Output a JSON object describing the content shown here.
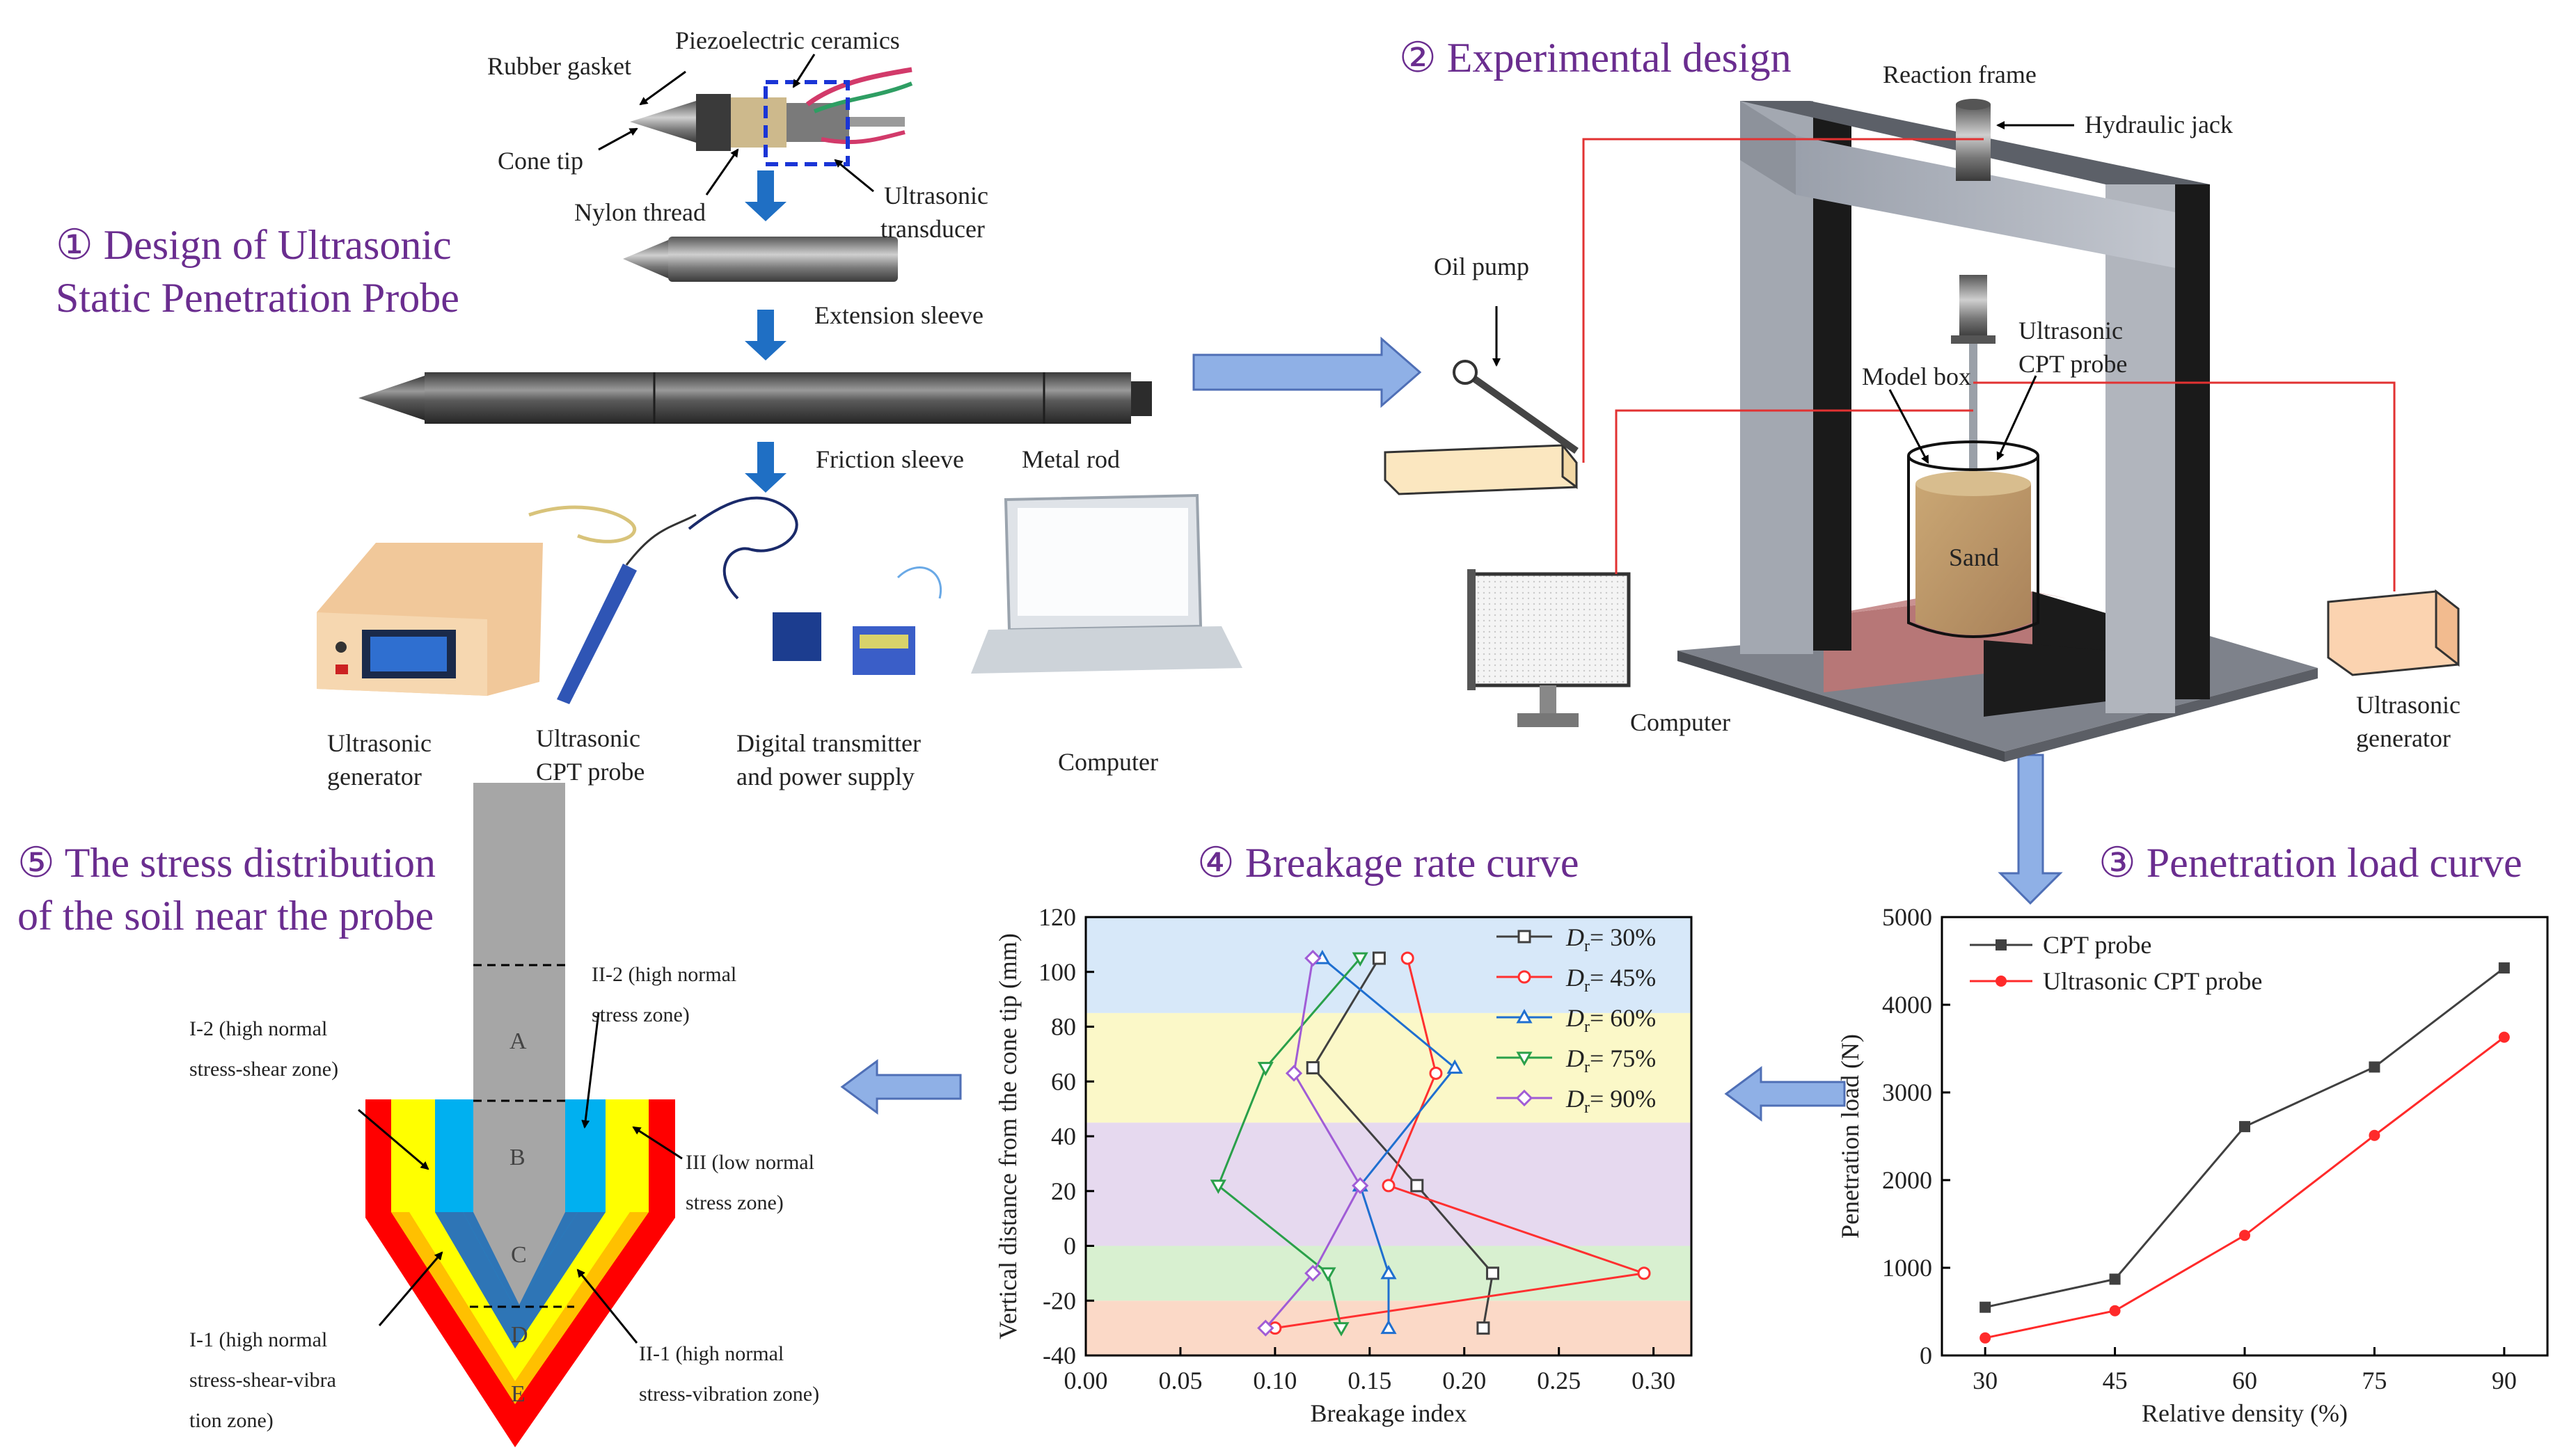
{
  "titles": {
    "design": "① Design of Ultrasonic",
    "design_line2": "Static Penetration Probe",
    "experimental": "② Experimental design",
    "penetration": "③ Penetration load curve",
    "breakage": "④ Breakage rate curve",
    "stress": "⑤ The stress distribution",
    "stress_line2": "of the soil near the probe"
  },
  "probe_labels": {
    "rubber_gasket": "Rubber gasket",
    "piezo": "Piezoelectric ceramics",
    "cone_tip": "Cone tip",
    "nylon": "Nylon thread",
    "transducer1": "Ultrasonic",
    "transducer2": "transducer",
    "extension": "Extension sleeve",
    "friction": "Friction sleeve",
    "metal_rod": "Metal rod",
    "gen1": "Ultrasonic",
    "gen2": "generator",
    "cpt1": "Ultrasonic",
    "cpt2": "CPT probe",
    "dt1": "Digital  transmitter",
    "dt2": "and power supply",
    "computer": "Computer"
  },
  "exp_labels": {
    "reaction_frame": "Reaction frame",
    "hydraulic_jack": "Hydraulic jack",
    "oil_pump": "Oil pump",
    "ucpt1": "Ultrasonic",
    "ucpt2": "CPT probe",
    "model_box": "Model box",
    "sand": "Sand",
    "computer": "Computer",
    "ugen1": "Ultrasonic",
    "ugen2": "generator"
  },
  "stress_labels": {
    "seg_a": "A",
    "seg_b": "B",
    "seg_c": "C",
    "seg_d": "D",
    "seg_e": "E",
    "z_ii2_1": "II-2 (high normal",
    "z_ii2_2": "stress zone)",
    "z_i2_1": "I-2 (high  normal",
    "z_i2_2": "stress-shear zone)",
    "z_iii_1": "III (low normal",
    "z_iii_2": "stress zone)",
    "z_i1_1": "I-1  (high  normal",
    "z_i1_2": "stress-shear-vibra",
    "z_i1_3": "tion zone)",
    "z_ii1_1": "II-1   (high   normal",
    "z_ii1_2": "stress-vibration zone)"
  },
  "colors": {
    "title_purple": "#6a2d8f",
    "arrow_blue": "#7f9fd9",
    "arrow_dark_blue": "#1f6fc4",
    "zone_red": "#ff0000",
    "zone_yellow": "#ffff00",
    "zone_orange": "#ffc000",
    "zone_cyan": "#00b0f0",
    "zone_blue": "#2e75b6",
    "probe_gray": "#a6a6a6"
  },
  "chart_data": [
    {
      "type": "line",
      "xlabel": "Relative density (%)",
      "ylabel": "Penetration load (N)",
      "x": [
        30,
        45,
        60,
        75,
        90
      ],
      "xticks": [
        "30",
        "45",
        "60",
        "75",
        "90"
      ],
      "yticks": [
        "0",
        "1000",
        "2000",
        "3000",
        "4000",
        "5000"
      ],
      "ylim": [
        0,
        5000
      ],
      "legend_position": "top-left",
      "series": [
        {
          "name": "CPT probe",
          "color": "#404040",
          "marker": "square",
          "values": [
            550,
            870,
            2610,
            3290,
            4420
          ]
        },
        {
          "name": "Ultrasonic CPT probe",
          "color": "#ff2a2a",
          "marker": "circle",
          "values": [
            200,
            510,
            1370,
            2510,
            3630
          ]
        }
      ]
    },
    {
      "type": "line",
      "xlabel": "Breakage index",
      "ylabel": "Vertical distance from the cone tip (mm)",
      "xlim": [
        0.0,
        0.32
      ],
      "ylim": [
        -40,
        120
      ],
      "xticks": [
        "0.00",
        "0.05",
        "0.10",
        "0.15",
        "0.20",
        "0.25",
        "0.30"
      ],
      "yticks": [
        "-40",
        "-20",
        "0",
        "20",
        "40",
        "60",
        "80",
        "100",
        "120"
      ],
      "legend_position": "top-right",
      "bands": [
        {
          "from": -40,
          "to": -20,
          "color": "#fbd9c7"
        },
        {
          "from": -20,
          "to": 0,
          "color": "#d8f0d0"
        },
        {
          "from": 0,
          "to": 45,
          "color": "#e6d9ef"
        },
        {
          "from": 45,
          "to": 85,
          "color": "#fbf8c8"
        },
        {
          "from": 85,
          "to": 120,
          "color": "#d7e8f9"
        }
      ],
      "series": [
        {
          "name": "30%",
          "color": "#404040",
          "marker": "square",
          "points": [
            [
              0.155,
              105
            ],
            [
              0.12,
              65
            ],
            [
              0.175,
              22
            ],
            [
              0.215,
              -10
            ],
            [
              0.21,
              -30
            ]
          ]
        },
        {
          "name": "45%",
          "color": "#ff3030",
          "marker": "circle",
          "points": [
            [
              0.17,
              105
            ],
            [
              0.185,
              63
            ],
            [
              0.16,
              22
            ],
            [
              0.295,
              -10
            ],
            [
              0.1,
              -30
            ]
          ]
        },
        {
          "name": "60%",
          "color": "#1f6fd0",
          "marker": "triangle-up",
          "points": [
            [
              0.125,
              105
            ],
            [
              0.195,
              65
            ],
            [
              0.145,
              22
            ],
            [
              0.16,
              -10
            ],
            [
              0.16,
              -30
            ]
          ]
        },
        {
          "name": "75%",
          "color": "#2aa04a",
          "marker": "triangle-down",
          "points": [
            [
              0.145,
              105
            ],
            [
              0.095,
              65
            ],
            [
              0.07,
              22
            ],
            [
              0.128,
              -10
            ],
            [
              0.135,
              -30
            ]
          ]
        },
        {
          "name": "90%",
          "color": "#a05cd6",
          "marker": "diamond",
          "points": [
            [
              0.12,
              105
            ],
            [
              0.11,
              63
            ],
            [
              0.145,
              22
            ],
            [
              0.12,
              -10
            ],
            [
              0.095,
              -30
            ]
          ]
        }
      ]
    }
  ]
}
